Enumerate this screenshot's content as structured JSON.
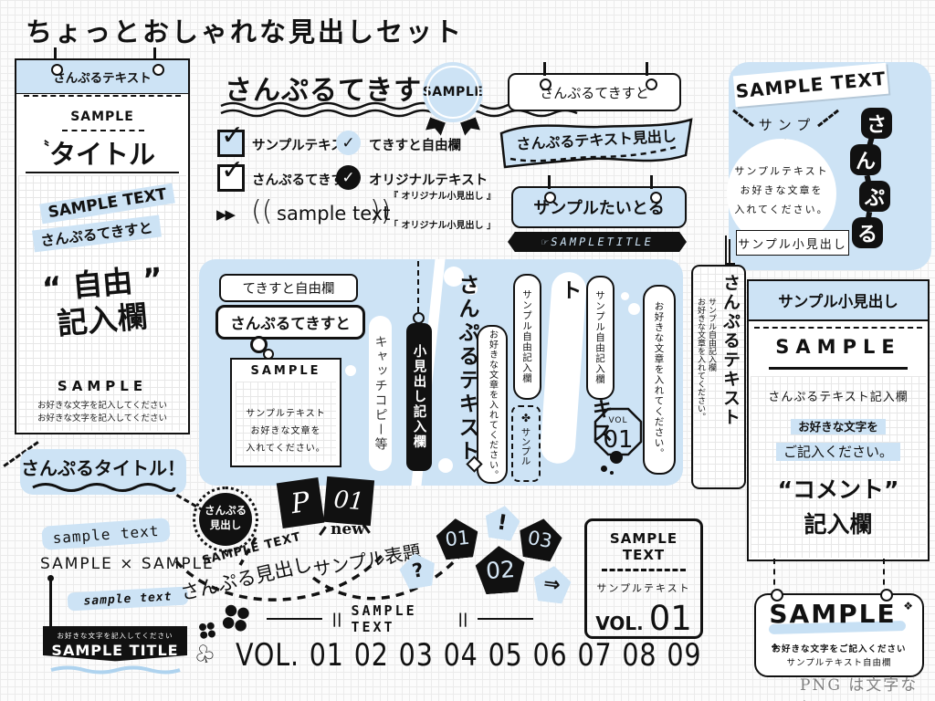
{
  "title": "ちょっとおしゃれな見出しセット",
  "colors": {
    "accent_blue": "#cde3f5",
    "accent_blue_soft": "#aed3ef",
    "ink": "#111111",
    "grid_line": "#e7e7e7",
    "muted_gray": "#808080"
  },
  "left_card": {
    "header": "さんぷるテキスト",
    "sample_label": "SAMPLE",
    "quote_mark": "〝",
    "title": "タイトル",
    "highlight_en": "SAMPLE TEXT",
    "highlight_jp": "さんぷるてきすと",
    "free_line1": "“ 自由 ”",
    "free_line2": "記入欄",
    "sample_label2": "SAMPLE",
    "note1": "お好きな文字を記入してください",
    "note2": "お好きな文字を記入してください"
  },
  "title_bubble": {
    "label": "さんぷるタイトル！"
  },
  "checklist": {
    "heading": "さんぷるてきすと",
    "badge": "SAMPLE",
    "check_mark": "✓",
    "item1": "サンプルテキスト",
    "item2": "てきすと自由欄",
    "item3": "さんぷるてきすと",
    "item4": "オリジナルテキスト",
    "arrows": "▶▶",
    "paren_open": "((",
    "paren_text": "sample text",
    "paren_close": "))",
    "sub1": "『 オリジナル小見出し 』",
    "sub2": "「 オリジナル小見出し 」"
  },
  "pinned": {
    "box1": "さんぷるてきすと",
    "ribbon": "さんぷるテキスト見出し",
    "box2": "サンプルたいとる",
    "banner": "☞SAMPLETITLE"
  },
  "corner_card": {
    "banner": "SAMPLE TEXT",
    "label": "サンプル",
    "circle_line1": "サンプルテキスト",
    "circle_line2": "お好きな文章を",
    "circle_line3": "入れてください。",
    "chain": [
      "さ",
      "ん",
      "ぷ",
      "る"
    ],
    "sub_heading": "サンプル小見出し"
  },
  "blue_panel": {
    "free_box": "てきすと自由欄",
    "speech_bubble": "さんぷるてきすと",
    "card_title": "SAMPLE",
    "card_line1": "サンプルテキスト",
    "card_line2": "お好きな文章を",
    "card_line3": "入れてください。",
    "catch_copy": "キャッチコピー等",
    "black_strip": "小見出し記入欄",
    "vertical_title1": "さんぷるテキスト",
    "vertical_note1": "お好きな文章を入れてください。",
    "capsule1": "サンプル自由記入欄",
    "dashed_icon": "✤",
    "dashed_label": "サンプル",
    "vertical_title2": "さんぷるテキスト",
    "capsule2": "サンプル自由記入欄",
    "vol_label": "VOL",
    "vol_number": "01",
    "vertical_note2": "お好きな文章を入れてください。"
  },
  "vertical_card": {
    "title": "さんぷるテキスト",
    "line1": "サンプル自由記入欄",
    "line2": "お好きな文章を入れてください。"
  },
  "right_panel": {
    "header": "サンプル小見出し",
    "sample_label": "SAMPLE",
    "line1": "さんぷるテキスト記入欄",
    "highlight1": "お好きな文字を",
    "highlight2": "ご記入ください。",
    "comment_line1": "“コメント”",
    "comment_line2": "記入欄"
  },
  "bottom_left": {
    "band1": "sample text",
    "cross": "SAMPLE × SAMPLE",
    "band2": "sample text",
    "banner_note": "お好きな文字を記入してください",
    "banner_title": "SAMPLE TITLE"
  },
  "bottom_middle": {
    "badge_line1": "さんぷる",
    "badge_line2": "見出し",
    "page_letter": "P",
    "page_number": "01",
    "tilt_label": "SAMPLE TEXT",
    "arc_label1": "さんぷる見出し",
    "new_label": "new",
    "arc_label2": "サンプル表題"
  },
  "pentagons": {
    "n1": "01",
    "n2": "02",
    "n3": "03",
    "mark1": "!",
    "mark2": "?",
    "mark3": "⇒"
  },
  "vol_box": {
    "title": "SAMPLE TEXT",
    "subtitle": "サンプルテキスト",
    "vol": "VOL.",
    "number": "01"
  },
  "divider": {
    "bars": "||",
    "label": "SAMPLE TEXT",
    "bars2": "||"
  },
  "clover_outline": "♧",
  "vol_row": {
    "prefix": "VOL.",
    "numbers": [
      "01",
      "02",
      "03",
      "04",
      "05",
      "06",
      "07",
      "08",
      "09"
    ]
  },
  "hanging_sign": {
    "deco1": "❖",
    "title": "SAMPLE",
    "deco2": "❖",
    "line1": "お好きな文字をご記入ください",
    "line2": "サンプルテキスト自由欄"
  },
  "footer_note": "PNG は文字なし"
}
